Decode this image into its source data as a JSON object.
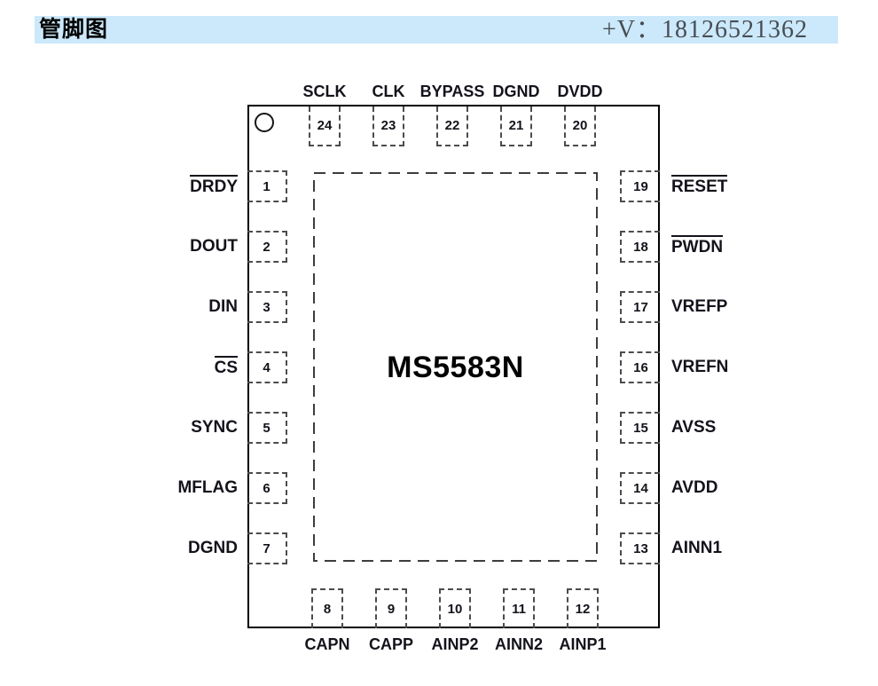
{
  "header": {
    "title": "管脚图",
    "contact": "+V：18126521362"
  },
  "chip": {
    "name": "MS5583N",
    "package_pin_count": 24
  },
  "colors": {
    "header_band": "#cbe9fa",
    "outline": "#000000",
    "dashed_box": "#4c4c4c",
    "label_text": "#13131b",
    "contact_text": "#484d55"
  },
  "pins": {
    "top": [
      {
        "num": "24",
        "label": "SCLK"
      },
      {
        "num": "23",
        "label": "CLK"
      },
      {
        "num": "22",
        "label": "BYPASS"
      },
      {
        "num": "21",
        "label": "DGND"
      },
      {
        "num": "20",
        "label": "DVDD"
      }
    ],
    "left": [
      {
        "num": "1",
        "label": "DRDY",
        "overline": true
      },
      {
        "num": "2",
        "label": "DOUT",
        "overline": false
      },
      {
        "num": "3",
        "label": "DIN",
        "overline": false
      },
      {
        "num": "4",
        "label": "CS",
        "overline": true
      },
      {
        "num": "5",
        "label": "SYNC",
        "overline": false
      },
      {
        "num": "6",
        "label": "MFLAG",
        "overline": false
      },
      {
        "num": "7",
        "label": "DGND",
        "overline": false
      }
    ],
    "right": [
      {
        "num": "19",
        "label": "RESET",
        "overline": true
      },
      {
        "num": "18",
        "label": "PWDN",
        "overline": true
      },
      {
        "num": "17",
        "label": "VREFP",
        "overline": false
      },
      {
        "num": "16",
        "label": "VREFN",
        "overline": false
      },
      {
        "num": "15",
        "label": "AVSS",
        "overline": false
      },
      {
        "num": "14",
        "label": "AVDD",
        "overline": false
      },
      {
        "num": "13",
        "label": "AINN1",
        "overline": false
      }
    ],
    "bottom": [
      {
        "num": "8",
        "label": "CAPN"
      },
      {
        "num": "9",
        "label": "CAPP"
      },
      {
        "num": "10",
        "label": "AINP2"
      },
      {
        "num": "11",
        "label": "AINN2"
      },
      {
        "num": "12",
        "label": "AINP1"
      }
    ]
  }
}
